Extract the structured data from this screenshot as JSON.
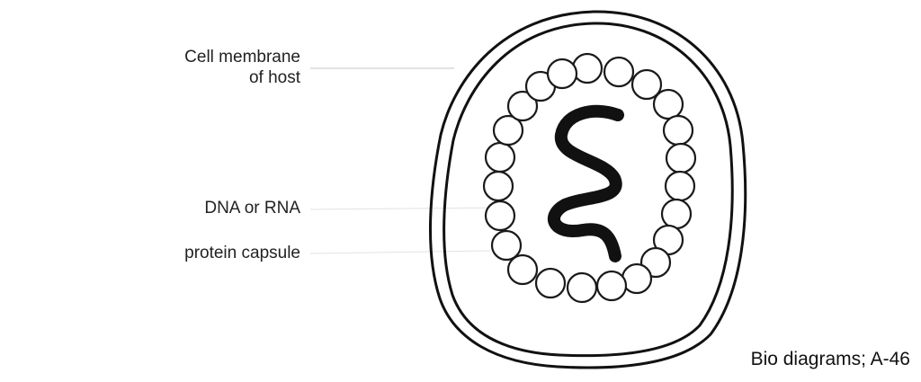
{
  "diagram": {
    "labels": {
      "membrane_line1": "Cell membrane",
      "membrane_line2": "of host",
      "nucleic_acid": "DNA or RNA",
      "capsule": "protein capsule"
    },
    "caption": "Bio diagrams; A-46"
  }
}
